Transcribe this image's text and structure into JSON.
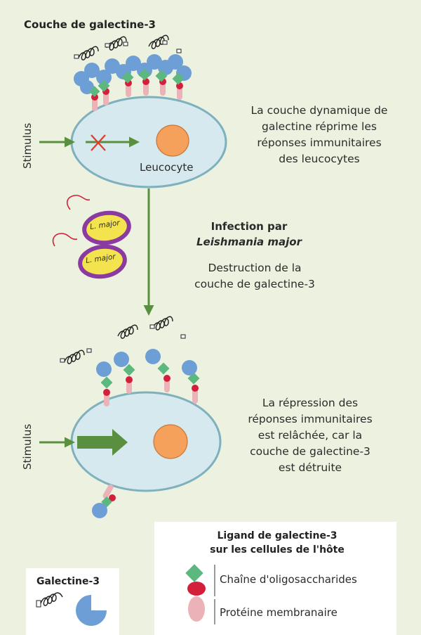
{
  "header": {
    "title": "Couche de galectine-3"
  },
  "top_cell": {
    "stimulus_label": "Stimulus",
    "cell_label": "Leucocyte",
    "description_lines": [
      "La couche dynamique de",
      "galectine réprime les",
      "réponses immunitaires",
      "des leucocytes"
    ]
  },
  "infection": {
    "title_line1": "Infection par",
    "title_line2": "Leishmania major",
    "desc_lines": [
      "Destruction de la",
      "couche de galectine-3"
    ],
    "parasite_label": "L. major"
  },
  "bottom_cell": {
    "stimulus_label": "Stimulus",
    "description_lines": [
      "La répression des",
      "réponses immunitaires",
      "est relâchée, car la",
      "couche de galectine-3",
      "est détruite"
    ]
  },
  "legend": {
    "galectin_title": "Galectine-3",
    "ligand_title_line1": "Ligand de galectine-3",
    "ligand_title_line2": "sur les cellules de l'hôte",
    "oligo_label": "Chaîne d'oligosaccharides",
    "protein_label": "Protéine membranaire"
  },
  "colors": {
    "background": "#ecf2df",
    "cell_fill": "#d6e9ee",
    "cell_stroke": "#7fb0bd",
    "nucleus": "#f5a15c",
    "arrow": "#5a8f3f",
    "galectin_blue": "#6d9fd6",
    "oligo_green": "#5db87f",
    "red_node": "#d41f3a",
    "protein_pink": "#ebb2b8",
    "parasite_fill": "#f2e34f",
    "parasite_ring": "#8a3aa0"
  }
}
